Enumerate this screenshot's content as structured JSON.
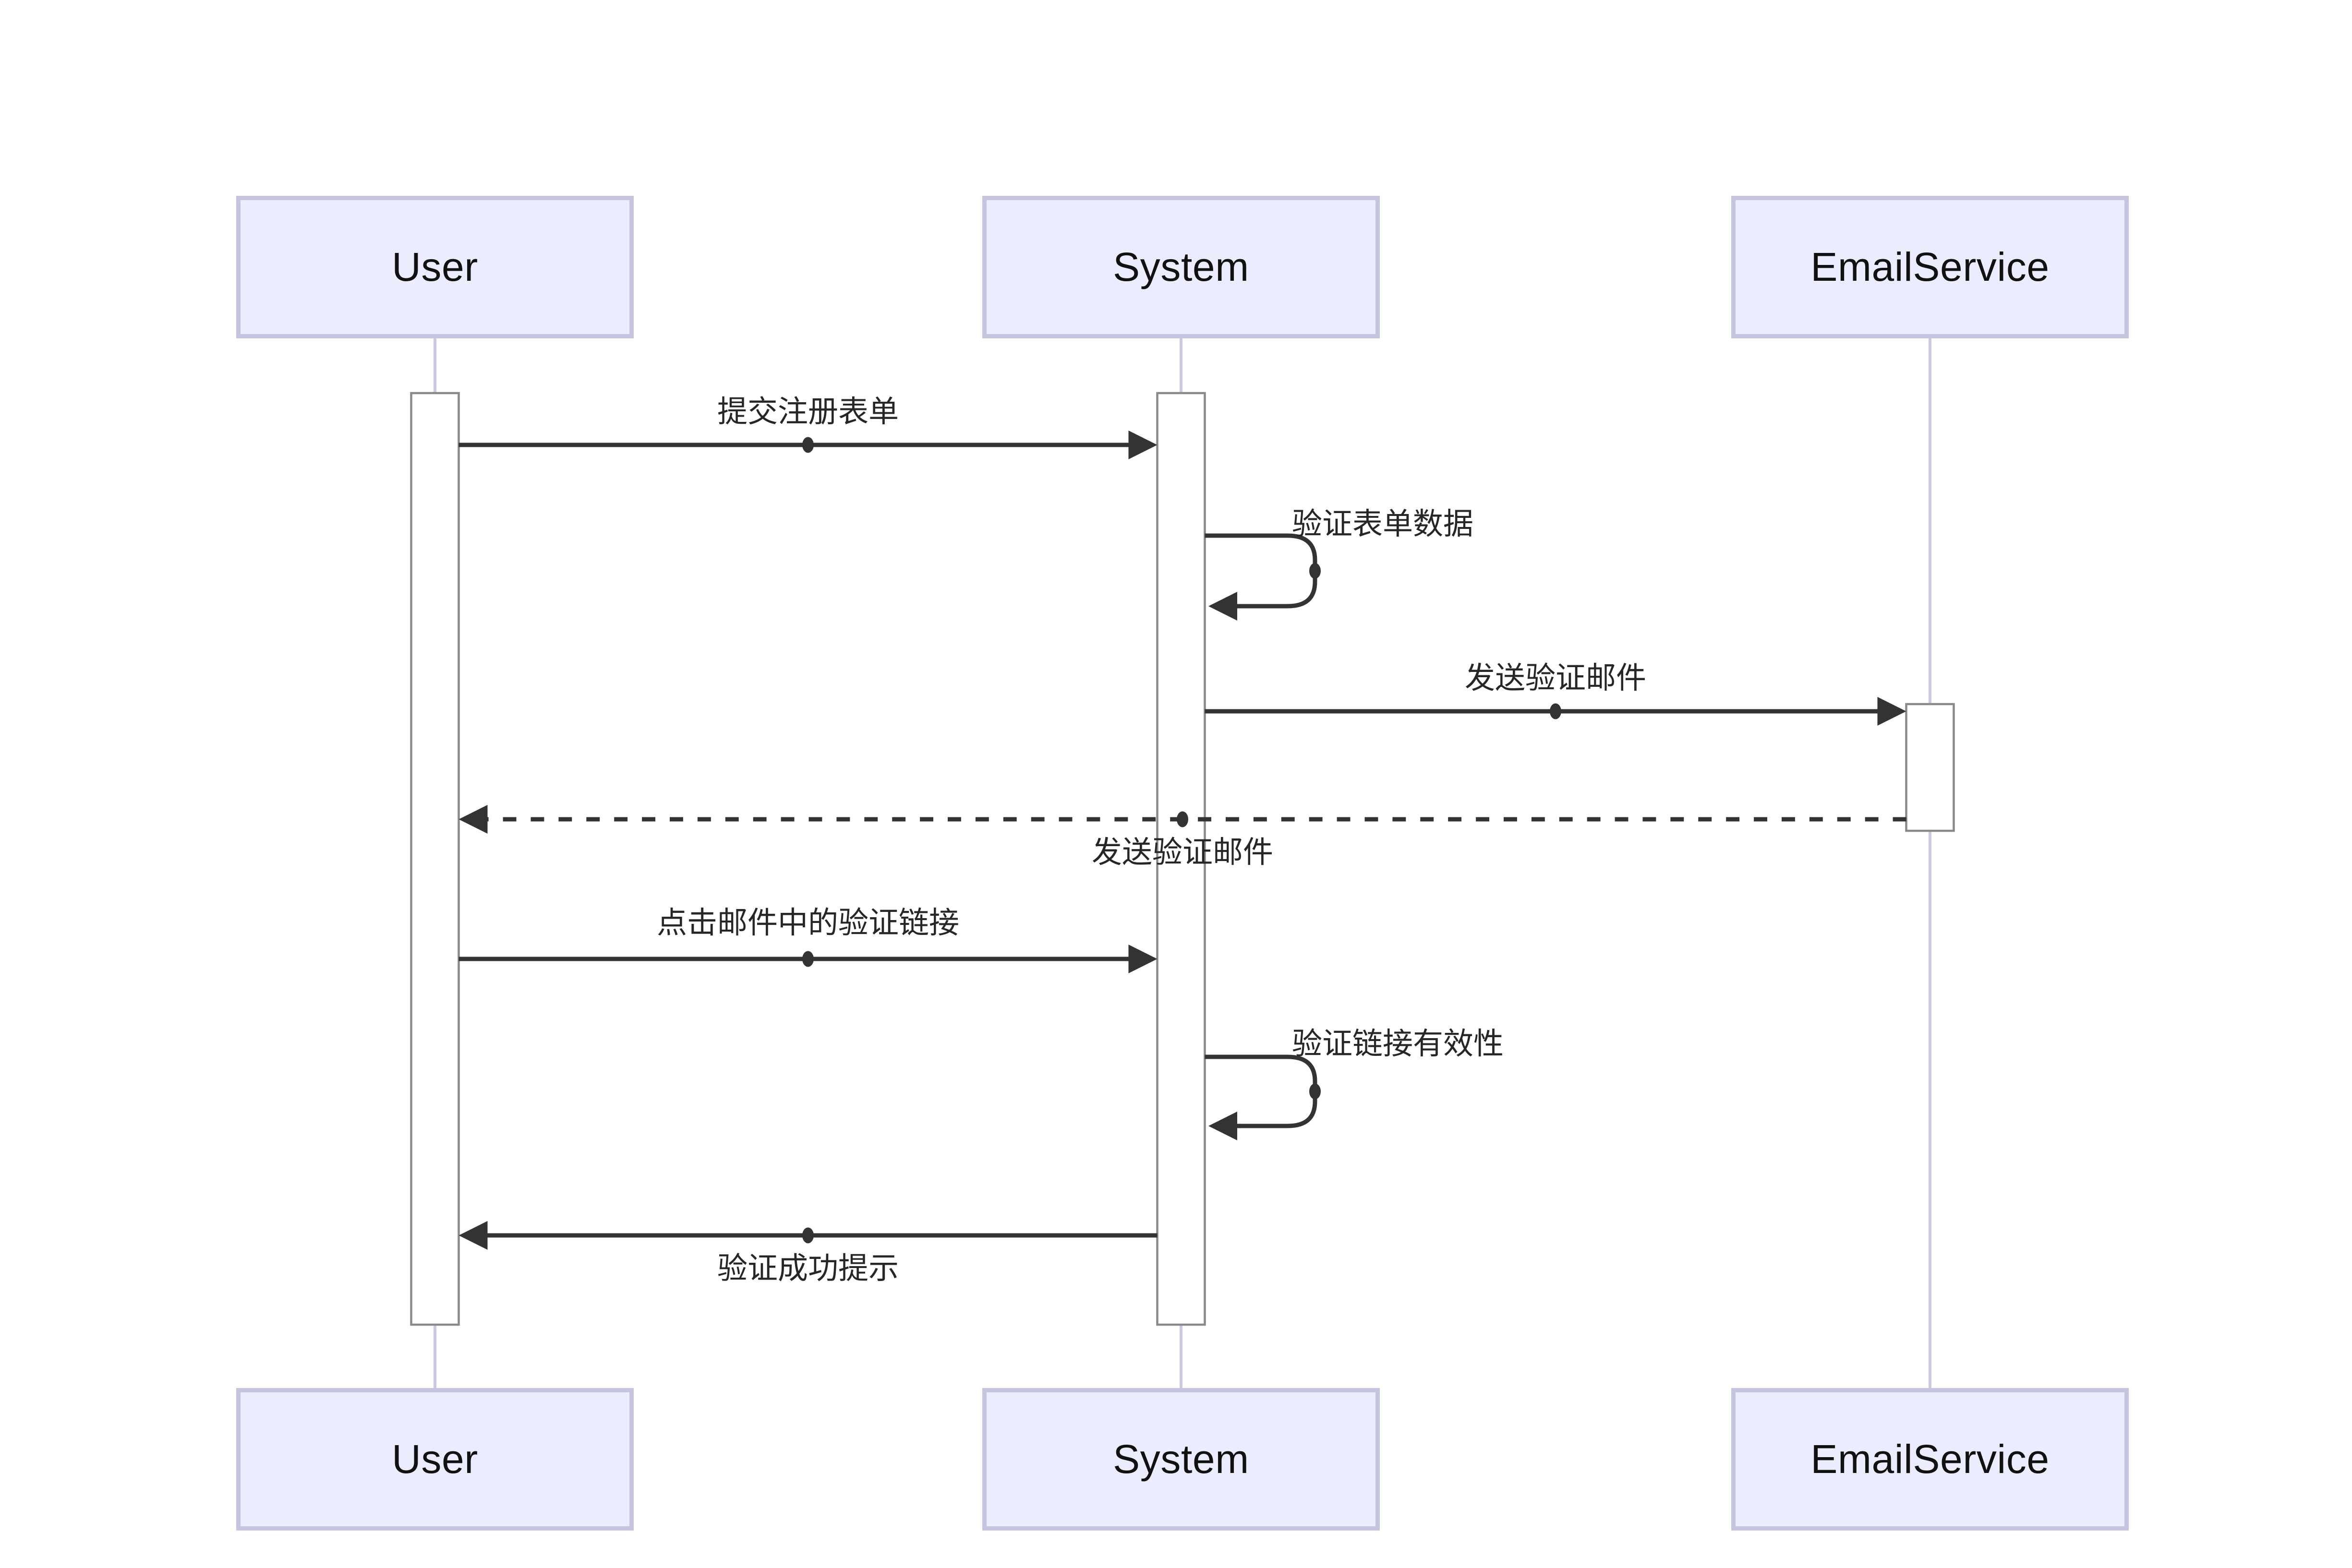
{
  "diagram": {
    "kind": "uml-sequence-diagram",
    "background": "#ffffff"
  },
  "actors": [
    {
      "id": "user",
      "label": "User"
    },
    {
      "id": "system",
      "label": "System"
    },
    {
      "id": "emailservice",
      "label": "EmailService"
    }
  ],
  "messages": [
    {
      "index": 1,
      "from": "User",
      "to": "System",
      "style": "solid-arrow",
      "label": "提交注册表单",
      "label_position": "above"
    },
    {
      "index": 2,
      "from": "System",
      "to": "System",
      "style": "self-loop",
      "label": "验证表单数据",
      "label_position": "above"
    },
    {
      "index": 3,
      "from": "System",
      "to": "EmailService",
      "style": "solid-arrow",
      "label": "发送验证邮件",
      "label_position": "above"
    },
    {
      "index": 4,
      "from": "EmailService",
      "to": "User",
      "style": "dashed-arrow",
      "label": "发送验证邮件",
      "label_position": "below"
    },
    {
      "index": 5,
      "from": "User",
      "to": "System",
      "style": "solid-arrow",
      "label": "点击邮件中的验证链接",
      "label_position": "above"
    },
    {
      "index": 6,
      "from": "System",
      "to": "System",
      "style": "self-loop",
      "label": "验证链接有效性",
      "label_position": "above"
    },
    {
      "index": 7,
      "from": "System",
      "to": "User",
      "style": "solid-arrow",
      "label": "验证成功提示",
      "label_position": "below"
    }
  ],
  "colors": {
    "actor_fill": "#ECECFF",
    "actor_border": "#C5C5E0",
    "actor_text": "#111111",
    "lifeline": "#C9C9E3",
    "activation_fill": "#FFFFFF",
    "activation_border": "#8A8A8A",
    "message_line": "#333333",
    "message_text": "#262626",
    "background": "#FFFFFF"
  }
}
